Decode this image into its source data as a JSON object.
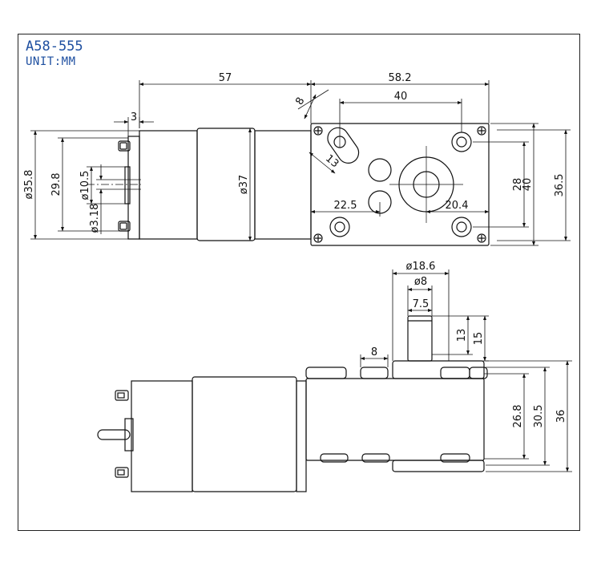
{
  "title": {
    "model": "A58-555",
    "unit": "UNIT:MM"
  },
  "dimensions": {
    "d57": "57",
    "d58_2": "58.2",
    "d3": "3",
    "d40_top": "40",
    "d8_angle": "8",
    "d13_angle": "13",
    "phi35_8": "ø35.8",
    "d29_8": "29.8",
    "phi10_5": "ø10.5",
    "phi3_18": "ø3.18",
    "phi37": "ø37",
    "d22_5": "22.5",
    "d20_4": "20.4",
    "d28": "28",
    "d40_side": "40",
    "d36_5": "36.5",
    "phi18_6": "ø18.6",
    "phi8": "ø8",
    "d7_5": "7.5",
    "d13": "13",
    "d15": "15",
    "d8_bottom": "8",
    "d26_8": "26.8",
    "d30_5": "30.5",
    "d36": "36"
  }
}
